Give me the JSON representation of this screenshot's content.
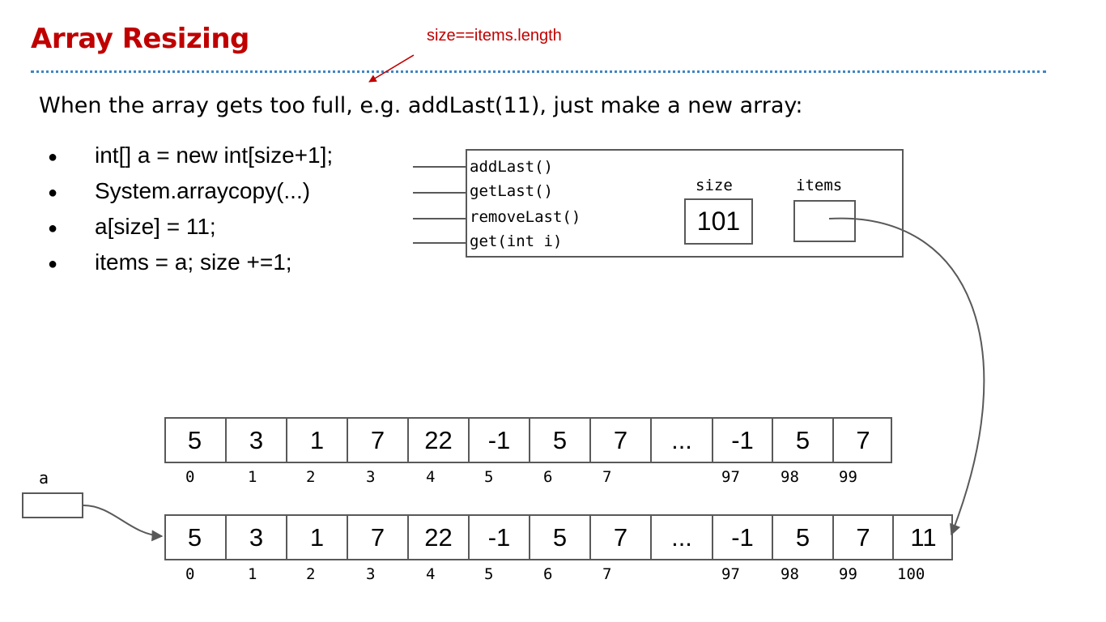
{
  "title": "Array Resizing",
  "annotation": "size==items.length",
  "intro": "When the array gets too full, e.g. addLast(11), just make a new array:",
  "bullets": [
    "int[] a = new int[size+1];",
    "System.arraycopy(...)",
    "a[size] = 11;",
    "items = a;   size +=1;"
  ],
  "object": {
    "methods": [
      "addLast()",
      "getLast()",
      "removeLast()",
      "get(int i)"
    ],
    "size_label": "size",
    "size_value": "101",
    "items_label": "items"
  },
  "old_array": {
    "values": [
      "5",
      "3",
      "1",
      "7",
      "22",
      "-1",
      "5",
      "7",
      "...",
      "-1",
      "5",
      "7"
    ],
    "indices": [
      "0",
      "1",
      "2",
      "3",
      "4",
      "5",
      "6",
      "7",
      "",
      "97",
      "98",
      "99"
    ]
  },
  "new_array": {
    "variable": "a",
    "values": [
      "5",
      "3",
      "1",
      "7",
      "22",
      "-1",
      "5",
      "7",
      "...",
      "-1",
      "5",
      "7",
      "11"
    ],
    "indices": [
      "0",
      "1",
      "2",
      "3",
      "4",
      "5",
      "6",
      "7",
      "",
      "97",
      "98",
      "99",
      "100"
    ]
  },
  "colors": {
    "title": "#c00000",
    "divider": "#3d85c6",
    "stroke": "#595959"
  }
}
